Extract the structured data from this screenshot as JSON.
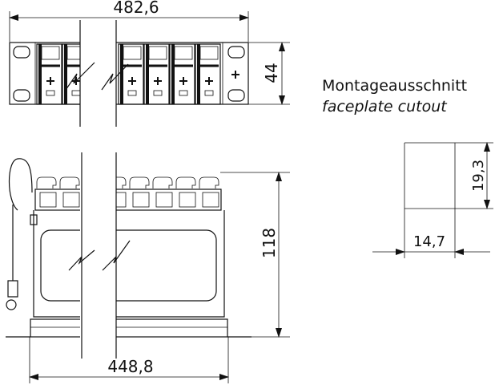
{
  "dimensions": {
    "panel_width": "482,6",
    "panel_height": "44",
    "depth": "118",
    "mounting_width": "448,8",
    "cutout_height": "19,3",
    "cutout_width": "14,7"
  },
  "labels": {
    "cutout_de": "Montageausschnitt",
    "cutout_en": "faceplate cutout"
  }
}
